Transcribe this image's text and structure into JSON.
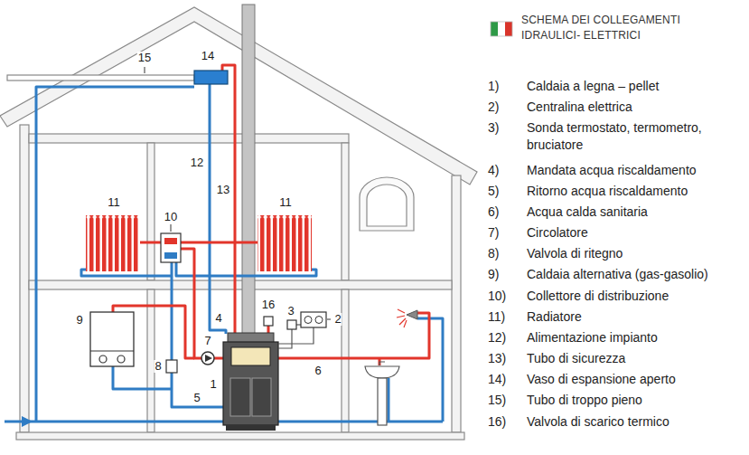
{
  "diagram": {
    "title": "SCHEMA DEI COLLEGAMENTI IDRAULICI- ELETTRICI",
    "labels": [
      "15",
      "14",
      "12",
      "13",
      "11",
      "11",
      "10",
      "9",
      "4",
      "7",
      "16",
      "3",
      "2",
      "8",
      "1",
      "6",
      "5",
      "1)",
      "Caldaia a legna – pellet",
      "2)",
      "Centralina elettrica",
      "3)",
      "Sonda termostato, termometro, bruciatore",
      "4)",
      "Mandata acqua riscaldamento",
      "5)",
      "Ritorno acqua riscaldamento",
      "6)",
      "Acqua calda sanitaria",
      "7)",
      "Circolatore",
      "8)",
      "Valvola di ritegno",
      "9)",
      "Caldaia alternativa (gas-gasolio)",
      "10)",
      "Collettore di distribuzione",
      "11)",
      "Radiatore",
      "12)",
      "Alimentazione impianto",
      "13)",
      "Tubo di sicurezza",
      "14)",
      "Vaso di espansione aperto",
      "15)",
      "Tubo di troppo pieno",
      "16)",
      "Valvola di scarico termico"
    ]
  }
}
